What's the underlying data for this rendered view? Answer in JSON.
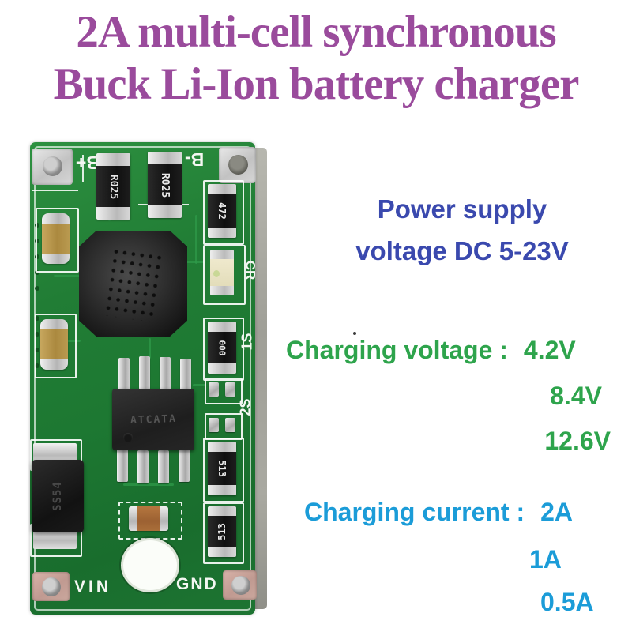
{
  "title": {
    "line1": "2A multi-cell synchronous",
    "line2": "Buck Li-Ion battery charger",
    "color": "#9a4b9c"
  },
  "specs": {
    "power_supply": {
      "line1": "Power supply",
      "line2": "voltage DC 5-23V",
      "color": "#3a49ae"
    },
    "charging_voltage": {
      "label": "Charging voltage :",
      "values": [
        "4.2V",
        "8.4V",
        "12.6V"
      ],
      "color": "#2ea44c"
    },
    "charging_current": {
      "label": "Charging current :",
      "values": [
        "2A",
        "1A",
        "0.5A"
      ],
      "color": "#1b9cd8"
    }
  },
  "pcb": {
    "board_color": "#1d7832",
    "labels": {
      "b_plus": "B+",
      "b_minus": "B-",
      "vin": "VIN",
      "gnd": "GND",
      "cr": "CR",
      "s1": "1S",
      "s2": "2S"
    },
    "components": {
      "sense_resistor_1": "R025",
      "sense_resistor_2": "R025",
      "resistor_472": "472",
      "resistor_000": "000",
      "resistor_513_1": "513",
      "resistor_513_2": "513",
      "ic_marking": "ATCATA",
      "diode_marking": "SS54"
    }
  }
}
